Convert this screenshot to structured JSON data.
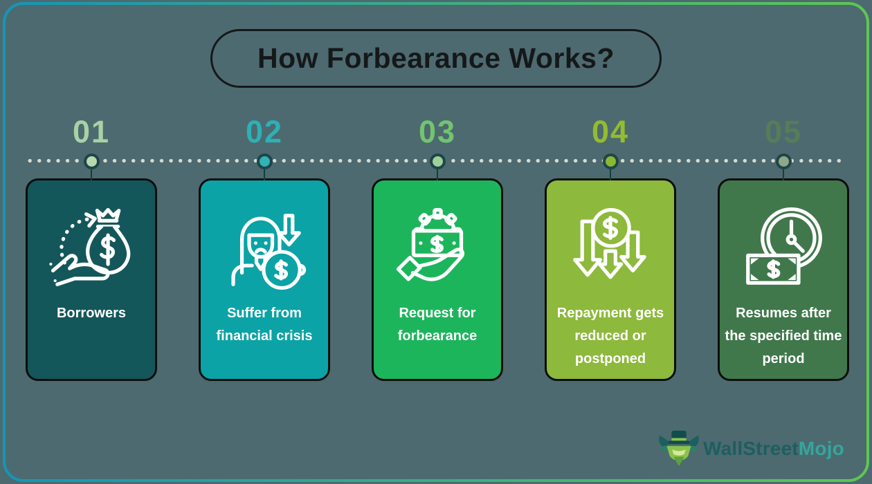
{
  "title": {
    "text": "How Forbearance Works?"
  },
  "timeline": {
    "steps": [
      {
        "number": "01",
        "label": "Borrowers",
        "icon": "money-bag-hand-icon",
        "card_color": "#14575a",
        "number_color": "#a8d2a4",
        "node_color": "#b7d9ad"
      },
      {
        "number": "02",
        "label": "Suffer from financial crisis",
        "icon": "financial-distress-woman-icon",
        "card_color": "#0ba3a6",
        "number_color": "#2cb1b5",
        "node_color": "#2fb3b4"
      },
      {
        "number": "03",
        "label": "Request for forbearance",
        "icon": "forbearance-request-hand-icon",
        "card_color": "#1db55c",
        "number_color": "#72c46f",
        "node_color": "#9fd09a"
      },
      {
        "number": "04",
        "label": "Repayment gets reduced or postponed",
        "icon": "repayment-reduced-arrows-icon",
        "card_color": "#8db93c",
        "number_color": "#93bc2f",
        "node_color": "#8bb831"
      },
      {
        "number": "05",
        "label": "Resumes after the specified time period",
        "icon": "resume-clock-money-icon",
        "card_color": "#40784b",
        "number_color": "#567d58",
        "node_color": "#8fa788"
      }
    ]
  },
  "logo": {
    "brand_primary": "WallStreet",
    "brand_secondary": "Mojo",
    "primary_color": "#1c5f5f",
    "secondary_color": "#33a79d"
  },
  "colors": {
    "background": "#4d6a70",
    "border_gradient_start": "#1496b7",
    "border_gradient_end": "#5ec750",
    "timeline_dots": "#d6dbd2",
    "node_ring": "#1f4549",
    "title_text": "#15181a",
    "card_text": "#ffffff"
  }
}
